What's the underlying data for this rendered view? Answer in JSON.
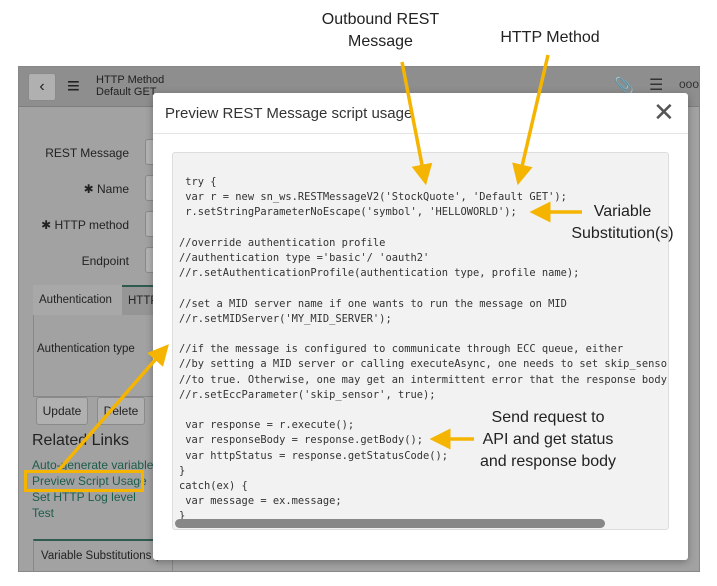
{
  "header": {
    "title": "HTTP Method",
    "subtitle": "Default GET",
    "back_icon": "chevron-left-icon",
    "menu_icon": "hamburger-icon",
    "icons": [
      "paperclip-icon",
      "sliders-icon",
      "more-icon"
    ]
  },
  "form": {
    "rest_message_label": "REST Message",
    "name_label": "Name",
    "http_method_label": "HTTP method",
    "endpoint_label": "Endpoint",
    "required_mark": "✱"
  },
  "tabs": {
    "authentication": "Authentication",
    "http": "HTTP"
  },
  "auth_type_label": "Authentication type",
  "buttons": {
    "update": "Update",
    "delete": "Delete"
  },
  "related_links": {
    "title": "Related Links",
    "items": [
      "Auto-generate variables",
      "Preview Script Usage",
      "Set HTTP Log level",
      "Test"
    ]
  },
  "variable_subs_tab": "Variable Substitutions (",
  "modal": {
    "title": "Preview REST Message script usage",
    "close_icon": "close-icon",
    "code": " try {\n var r = new sn_ws.RESTMessageV2('StockQuote', 'Default GET');\n r.setStringParameterNoEscape('symbol', 'HELLOWORLD');\n\n//override authentication profile\n//authentication type ='basic'/ 'oauth2'\n//r.setAuthenticationProfile(authentication type, profile name);\n\n//set a MID server name if one wants to run the message on MID\n//r.setMIDServer('MY_MID_SERVER');\n\n//if the message is configured to communicate through ECC queue, either\n//by setting a MID server or calling executeAsync, one needs to set skip_sensor\n//to true. Otherwise, one may get an intermittent error that the response body\n//r.setEccParameter('skip_sensor', true);\n\n var response = r.execute();\n var responseBody = response.getBody();\n var httpStatus = response.getStatusCode();\n}\ncatch(ex) {\n var message = ex.message;\n}"
  },
  "annotations": {
    "outbound": "Outbound REST Message",
    "http_method": "HTTP Method",
    "variable": "Variable Substitution(s)",
    "send": "Send request to API and get status and response body"
  },
  "colors": {
    "accent": "#f5b400",
    "link": "#1d5c4c"
  }
}
